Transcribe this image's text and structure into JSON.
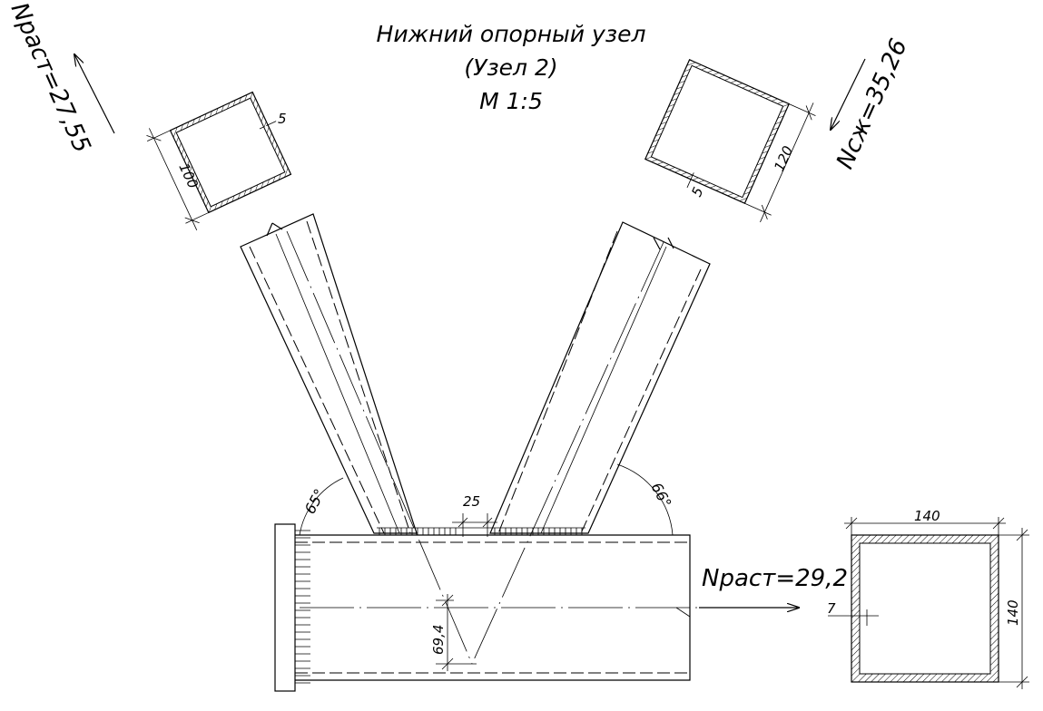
{
  "title": {
    "line1": "Нижний опорный узел",
    "line2": "(Узел 2)",
    "line3": "М 1:5"
  },
  "forces": {
    "left_diagonal": "Nраст=27,55",
    "right_diagonal": "Nсж=35,26",
    "bottom_chord": "Nраст=29,2"
  },
  "dimensions": {
    "left_section_wall": "5",
    "left_section_size": "100",
    "right_section_size": "120",
    "right_section_wall": "5",
    "angle_left": "65°",
    "angle_right": "66°",
    "gap": "25",
    "eccentricity": "69,4",
    "chord_width": "140",
    "chord_height": "140",
    "chord_wall": "7"
  }
}
